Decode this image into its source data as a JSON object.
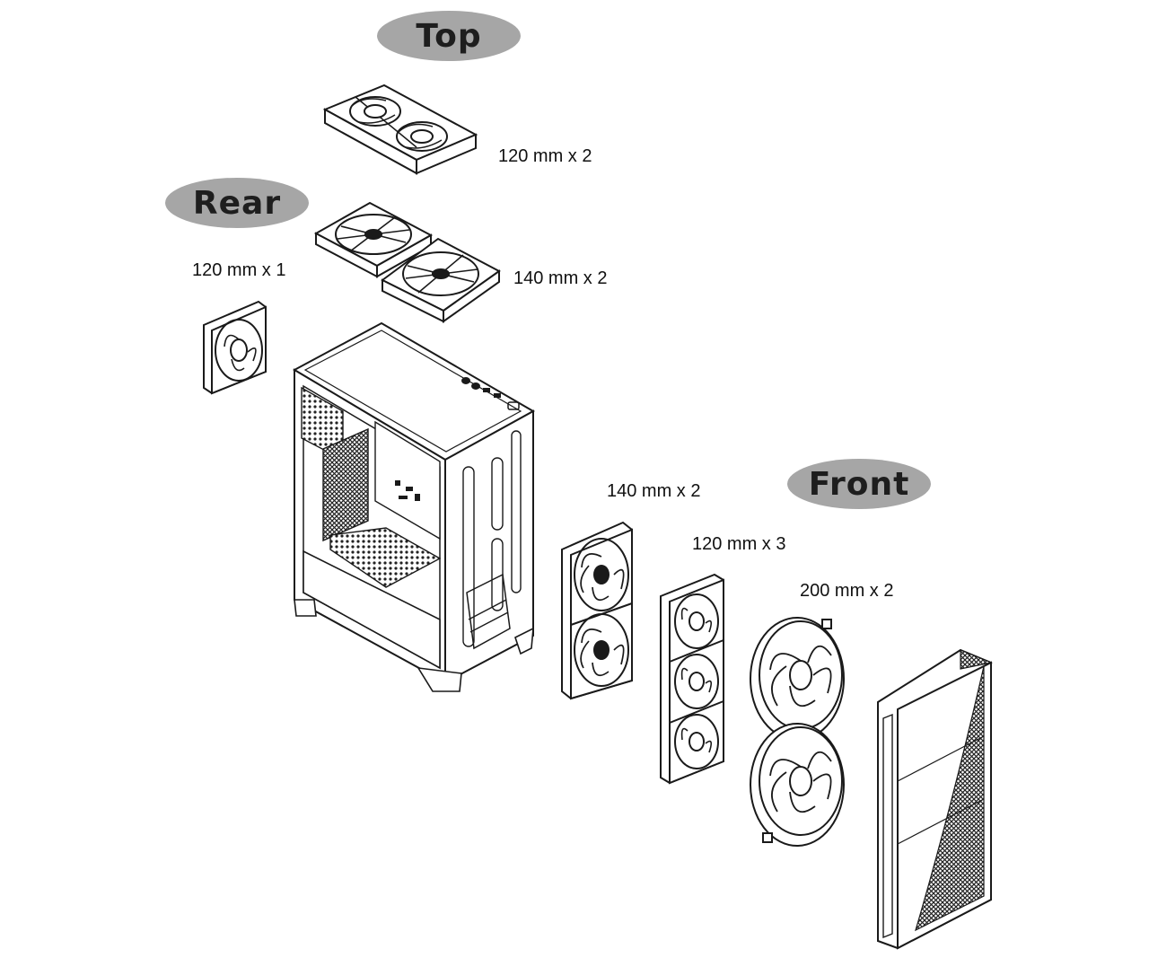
{
  "sections": {
    "top": {
      "heading": "Top",
      "sizes": [
        "120 mm x 2",
        "140 mm x 2"
      ]
    },
    "rear": {
      "heading": "Rear",
      "sizes": [
        "120 mm x 1"
      ]
    },
    "front": {
      "heading": "Front",
      "sizes": [
        "140 mm x 2",
        "120 mm x 3",
        "200 mm x 2"
      ]
    }
  },
  "colors": {
    "pill": "#a6a6a6",
    "line": "#1a1a1a",
    "heading_text": "#1e1e1e"
  }
}
